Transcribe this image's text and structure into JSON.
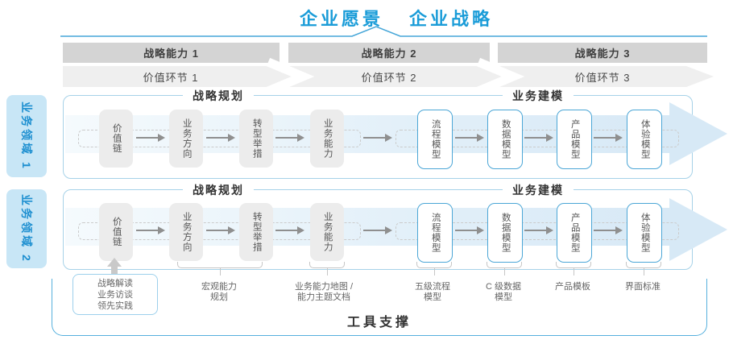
{
  "title": {
    "vision": "企业愿景",
    "strategy": "企业战略"
  },
  "capability_bars": [
    {
      "label": "战略能力 1"
    },
    {
      "label": "战略能力 2"
    },
    {
      "label": "战略能力 3"
    }
  ],
  "value_chain": [
    {
      "label": "价值环节 1"
    },
    {
      "label": "价值环节 2"
    },
    {
      "label": "价值环节 3"
    }
  ],
  "rows": [
    {
      "domain": "业务领域 1",
      "planning_header": "战略规划",
      "modeling_header": "业务建模",
      "boxes": [
        {
          "label": "价值链"
        },
        {
          "label": "业务方向"
        },
        {
          "label": "转型举措"
        },
        {
          "label": "业务能力"
        },
        {
          "label": "流程模型"
        },
        {
          "label": "数据模型"
        },
        {
          "label": "产品模型"
        },
        {
          "label": "体验模型"
        }
      ]
    },
    {
      "domain": "业务领域 2",
      "planning_header": "战略规划",
      "modeling_header": "业务建模",
      "boxes": [
        {
          "label": "价值链"
        },
        {
          "label": "业务方向"
        },
        {
          "label": "转型举措"
        },
        {
          "label": "业务能力"
        },
        {
          "label": "流程模型"
        },
        {
          "label": "数据模型"
        },
        {
          "label": "产品模型"
        },
        {
          "label": "体验模型"
        }
      ]
    }
  ],
  "annotations": {
    "practice_box": {
      "lines": [
        "战略解读",
        "业务访谈",
        "领先实践"
      ]
    },
    "items": [
      {
        "lines": [
          "宏观能力",
          "规划"
        ]
      },
      {
        "lines": [
          "业务能力地图 /",
          "能力主题文档"
        ]
      },
      {
        "lines": [
          "五级流程",
          "模型"
        ]
      },
      {
        "lines": [
          "C 级数据",
          "模型"
        ]
      },
      {
        "lines": [
          "产品模板"
        ]
      },
      {
        "lines": [
          "界面标准"
        ]
      }
    ]
  },
  "tool_support_label": "工具支撑",
  "colors": {
    "accent_blue": "#1a9cd8",
    "domain_fill": "#c8e6f6",
    "band_blue": "#d7e9f6",
    "bar_gray": "#d4d4d4",
    "box_gray": "#ececec",
    "box_border_blue": "#4ba6d6",
    "container_border": "#a6d2e8",
    "tool_border_blue": "#56b0dd"
  }
}
